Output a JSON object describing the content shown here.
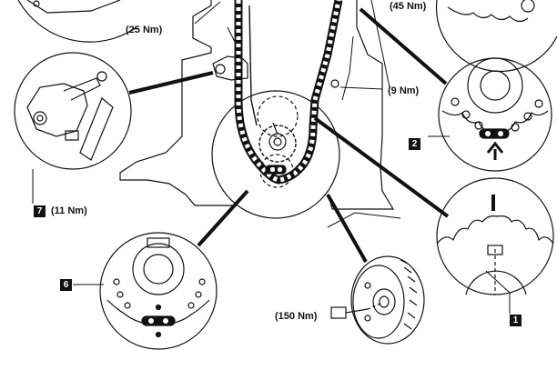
{
  "labels": {
    "torque_45": "(45 Nm)",
    "torque_25": "(25 Nm)",
    "torque_9": "(9 Nm)",
    "torque_11": "(11 Nm)",
    "torque_150": "(150 Nm)"
  },
  "callouts": {
    "n1": "1",
    "n2": "2",
    "n6": "6",
    "n7": "7"
  },
  "colors": {
    "line": "#111111",
    "paper": "#ffffff",
    "badge": "#111111"
  }
}
